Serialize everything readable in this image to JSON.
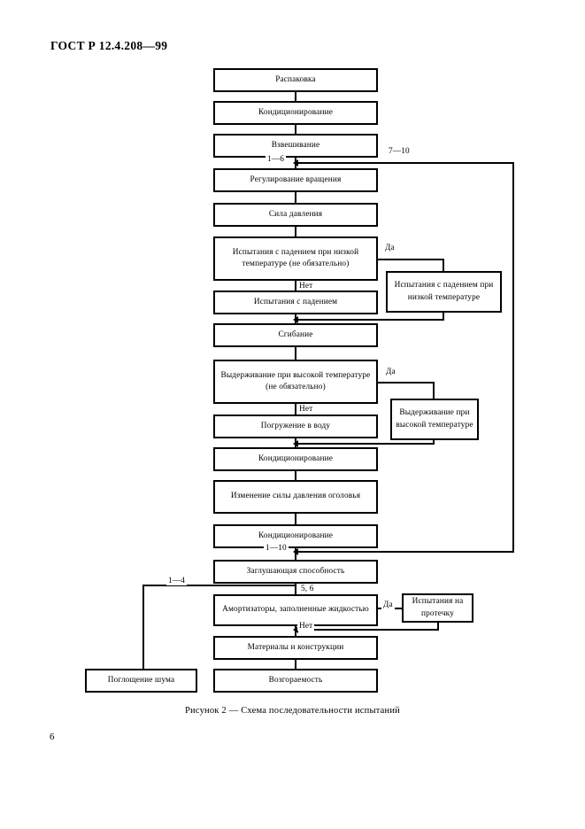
{
  "document": {
    "standard_header": "ГОСТ Р 12.4.208—99",
    "page_number": "6",
    "figure_caption": "Рисунок 2 — Схема последовательности испытаний"
  },
  "flowchart": {
    "title": "Схема последовательности испытаний",
    "main_steps": [
      {
        "id": "unpack",
        "label": "Распаковка"
      },
      {
        "id": "condition1",
        "label": "Кондиционирование"
      },
      {
        "id": "weighing",
        "label": "Взвешивание"
      },
      {
        "id": "rotation",
        "label": "Регулирование вращения"
      },
      {
        "id": "pressure",
        "label": "Сила давления"
      },
      {
        "id": "drop-low-opt",
        "label": "Испытания с падением при низкой температуре (не обязательно)"
      },
      {
        "id": "drop-test",
        "label": "Испытания с падением"
      },
      {
        "id": "bending",
        "label": "Сгибание"
      },
      {
        "id": "heat-opt",
        "label": "Выдерживание при высокой температуре (не обязательно)"
      },
      {
        "id": "immersion",
        "label": "Погружение в воду"
      },
      {
        "id": "condition2",
        "label": "Кондиционирование"
      },
      {
        "id": "headband",
        "label": "Изменение силы давления оголовья"
      },
      {
        "id": "condition3",
        "label": "Кондиционирование"
      },
      {
        "id": "attenuation",
        "label": "Заглушающая способность"
      },
      {
        "id": "liquid-cushion",
        "label": "Амортизаторы, заполненные жидкостью"
      },
      {
        "id": "materials",
        "label": "Материалы и конструкции"
      },
      {
        "id": "flammability",
        "label": "Возгораемость"
      }
    ],
    "branch_boxes": [
      {
        "id": "drop-low-temp",
        "label": "Испытания с падением при низкой температуре"
      },
      {
        "id": "high-temp",
        "label": "Выдерживание при высокой температуре"
      },
      {
        "id": "leak-test",
        "label": "Испытания на протечку"
      },
      {
        "id": "noise-absorb",
        "label": "Поглощение шума"
      }
    ],
    "edge_labels": {
      "range_1_6": "1—6",
      "range_7_10": "7—10",
      "range_1_10": "1—10",
      "range_1_4": "1—4",
      "range_5_6": "5, 6",
      "yes_drop": "Да",
      "no_drop": "Нет",
      "yes_heat": "Да",
      "no_heat": "Нет",
      "yes_leak": "Да",
      "no_leak": "Нет"
    }
  }
}
